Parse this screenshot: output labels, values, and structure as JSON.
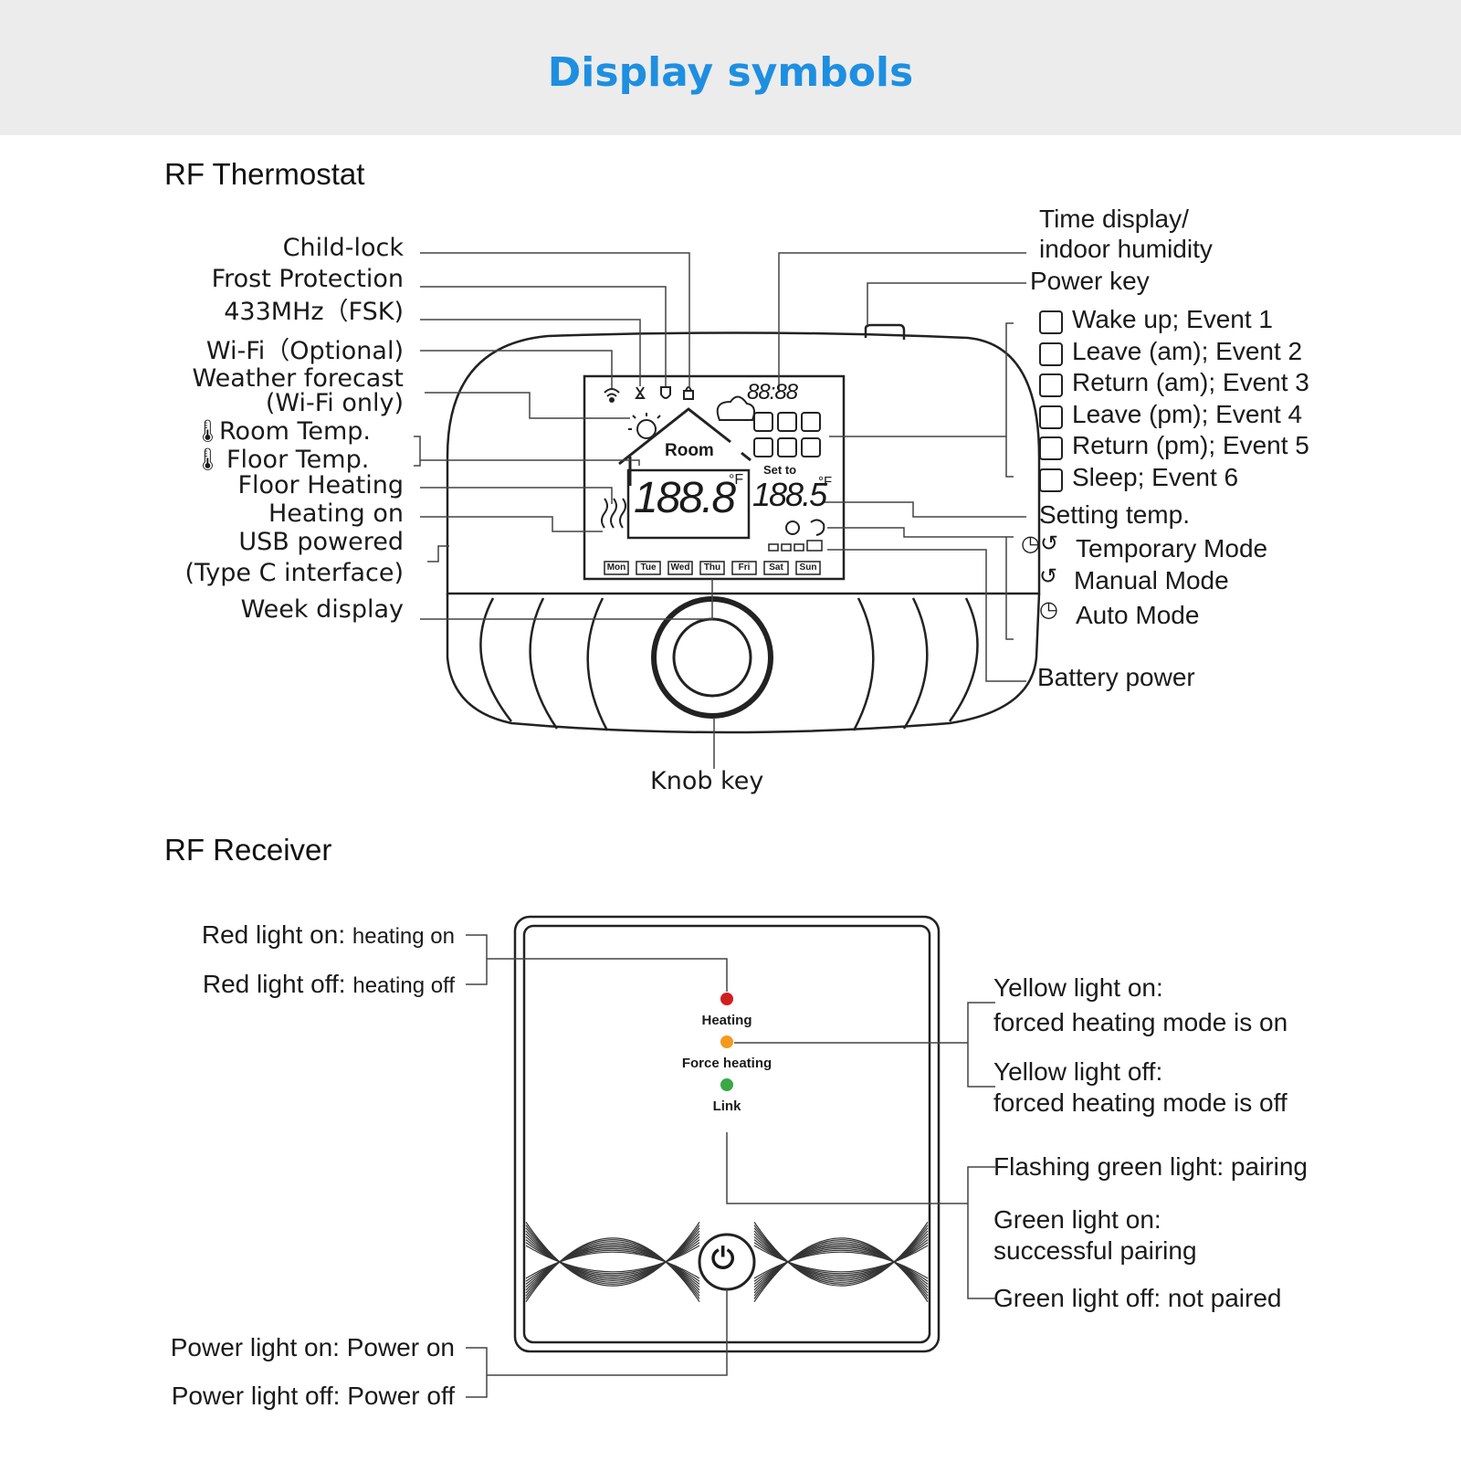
{
  "banner": {
    "title": "Display symbols"
  },
  "thermostat": {
    "section_title": "RF Thermostat",
    "left_labels": {
      "child_lock": "Child-lock",
      "frost_protection": "Frost Protection",
      "rf_433": "433MHz（FSK)",
      "wifi": "Wi-Fi（Optional)",
      "weather_forecast": "Weather forecast",
      "weather_forecast_note": "(Wi-Fi only)",
      "room_temp": "Room Temp.",
      "floor_temp": "Floor Temp.",
      "floor_heating": "Floor Heating",
      "heating_on": "Heating on",
      "usb_powered": "USB  powered",
      "usb_type_c": "(Type C interface)",
      "week_display": "Week display"
    },
    "right_labels": {
      "time_display": "Time display/",
      "indoor_humidity": "indoor humidity",
      "power_key": "Power key",
      "events": [
        "Wake up; Event 1",
        "Leave (am); Event 2",
        "Return (am); Event 3",
        "Leave (pm); Event 4",
        "Return (pm); Event 5",
        "Sleep; Event 6"
      ],
      "setting_temp": "Setting temp.",
      "temporary_mode": "Temporary Mode",
      "manual_mode": "Manual Mode",
      "auto_mode": "Auto Mode",
      "battery_power": "Battery power"
    },
    "knob_key": "Knob key",
    "lcd": {
      "room": "Room",
      "set_to": "Set to",
      "main_digits": "188.8",
      "set_digits": "188.5",
      "unit": "°F",
      "clock_digits": "88:88",
      "days": [
        "Mon",
        "Tue",
        "Wed",
        "Thu",
        "Fri",
        "Sat",
        "Sun"
      ]
    }
  },
  "receiver": {
    "section_title": "RF Receiver",
    "left_labels": {
      "red_on_a": "Red light on: ",
      "red_on_b": "heating on",
      "red_off_a": "Red light off: ",
      "red_off_b": "heating off",
      "power_on": "Power light on: Power on",
      "power_off": "Power light off: Power off"
    },
    "right_labels": {
      "yellow_on_1": "Yellow light on:",
      "yellow_on_2": "forced heating mode is on",
      "yellow_off_1": "Yellow light off:",
      "yellow_off_2": "forced heating mode is off",
      "green_flash": "Flashing green light: pairing",
      "green_on_1": "Green light on:",
      "green_on_2": "successful pairing",
      "green_off": "Green light off: not paired"
    },
    "led_labels": {
      "heating": "Heating",
      "force_heating": "Force heating",
      "link": "Link"
    },
    "colors": {
      "red": "#d11f1f",
      "orange": "#f39a1c",
      "green": "#39a845"
    }
  }
}
